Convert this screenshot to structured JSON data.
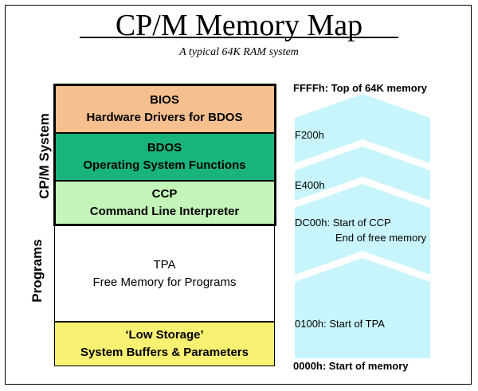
{
  "title": "CP/M Memory Map",
  "subtitle": "A typical 64K RAM system",
  "side_labels": {
    "system": "CP/M System",
    "programs": "Programs"
  },
  "blocks": [
    {
      "name": "BIOS",
      "desc": "Hardware Drivers for BDOS",
      "color": "#f6c08e"
    },
    {
      "name": "BDOS",
      "desc": "Operating System Functions",
      "color": "#19b47c"
    },
    {
      "name": "CCP",
      "desc": "Command Line Interpreter",
      "color": "#c4f5b8"
    },
    {
      "name": "TPA",
      "desc": "Free Memory for Programs",
      "color": "#ffffff"
    },
    {
      "name": "‘Low Storage’",
      "desc": "System Buffers & Parameters",
      "color": "#f8f171"
    }
  ],
  "addresses": {
    "top": "FFFFh: Top of 64K memory",
    "bdos": "F200h",
    "ccp": "E400h",
    "tpa_top_1": "DC00h: Start of CCP",
    "tpa_top_2": "End of free memory",
    "tpa_start": "0100h: Start of TPA",
    "bottom": "0000h: Start of memory"
  },
  "arrow_color": "#c8f5fb"
}
